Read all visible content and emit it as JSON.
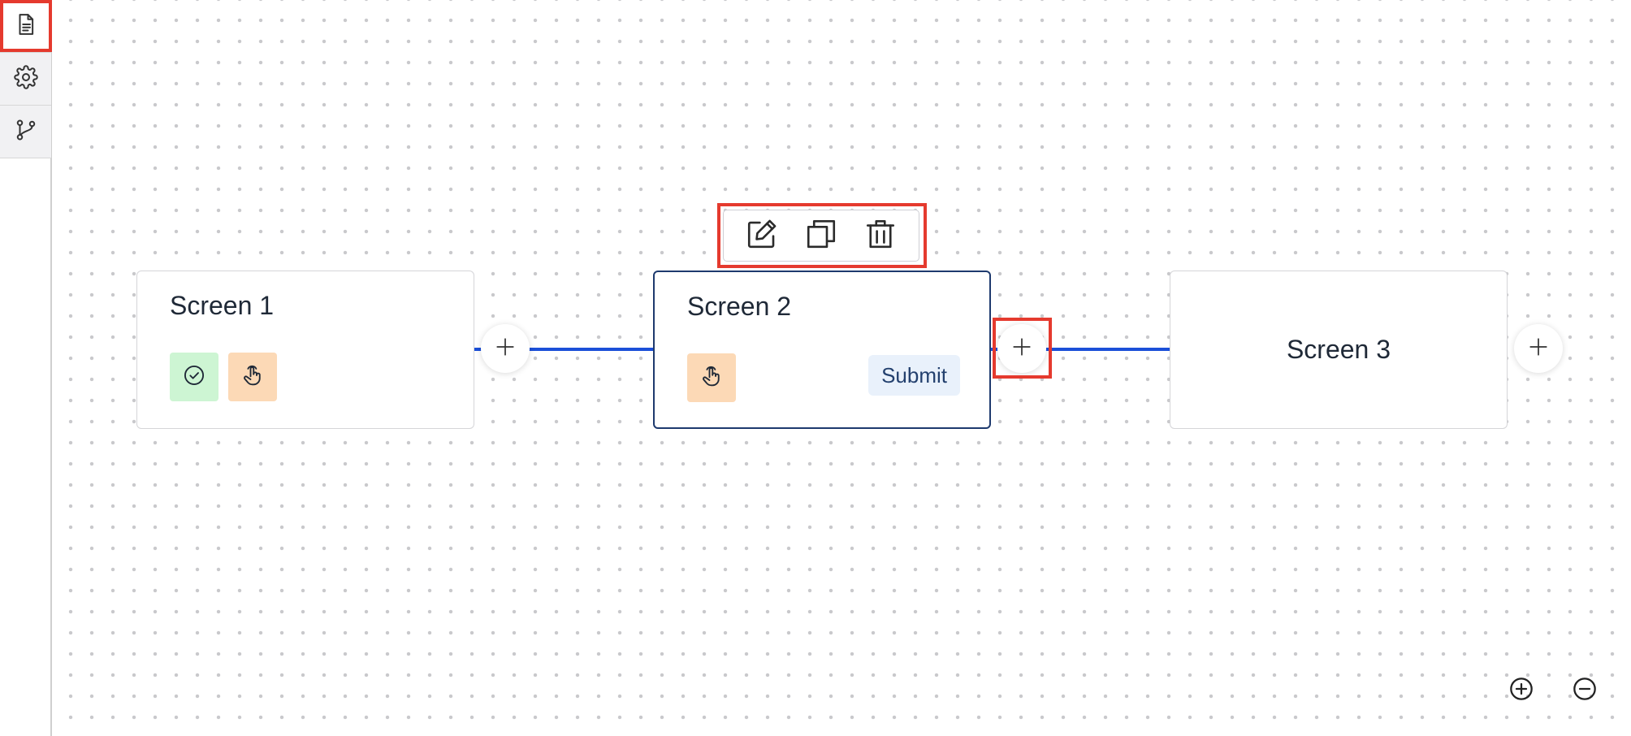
{
  "sidebar": {
    "tabs": [
      {
        "icon": "document-icon",
        "active": true
      },
      {
        "icon": "gear-icon",
        "active": false
      },
      {
        "icon": "branch-icon",
        "active": false
      }
    ]
  },
  "flow": {
    "screens": [
      {
        "title": "Screen 1",
        "chips": [
          "check-circle-icon",
          "tap-hand-icon"
        ]
      },
      {
        "title": "Screen 2",
        "chips": [
          "tap-hand-icon"
        ],
        "badge": "Submit",
        "selected": true
      },
      {
        "title": "Screen 3",
        "chips": []
      }
    ]
  },
  "toolbar": {
    "actions": [
      "edit-icon",
      "duplicate-icon",
      "delete-icon"
    ]
  },
  "zoom": {
    "controls": [
      "zoom-in-icon",
      "zoom-out-icon"
    ]
  },
  "colors": {
    "connector": "#1b4fd8",
    "selected_border": "#1e3a6e",
    "highlight": "#e53a2e",
    "chip_green": "#cdf5d3",
    "chip_orange": "#fcd9b6"
  }
}
